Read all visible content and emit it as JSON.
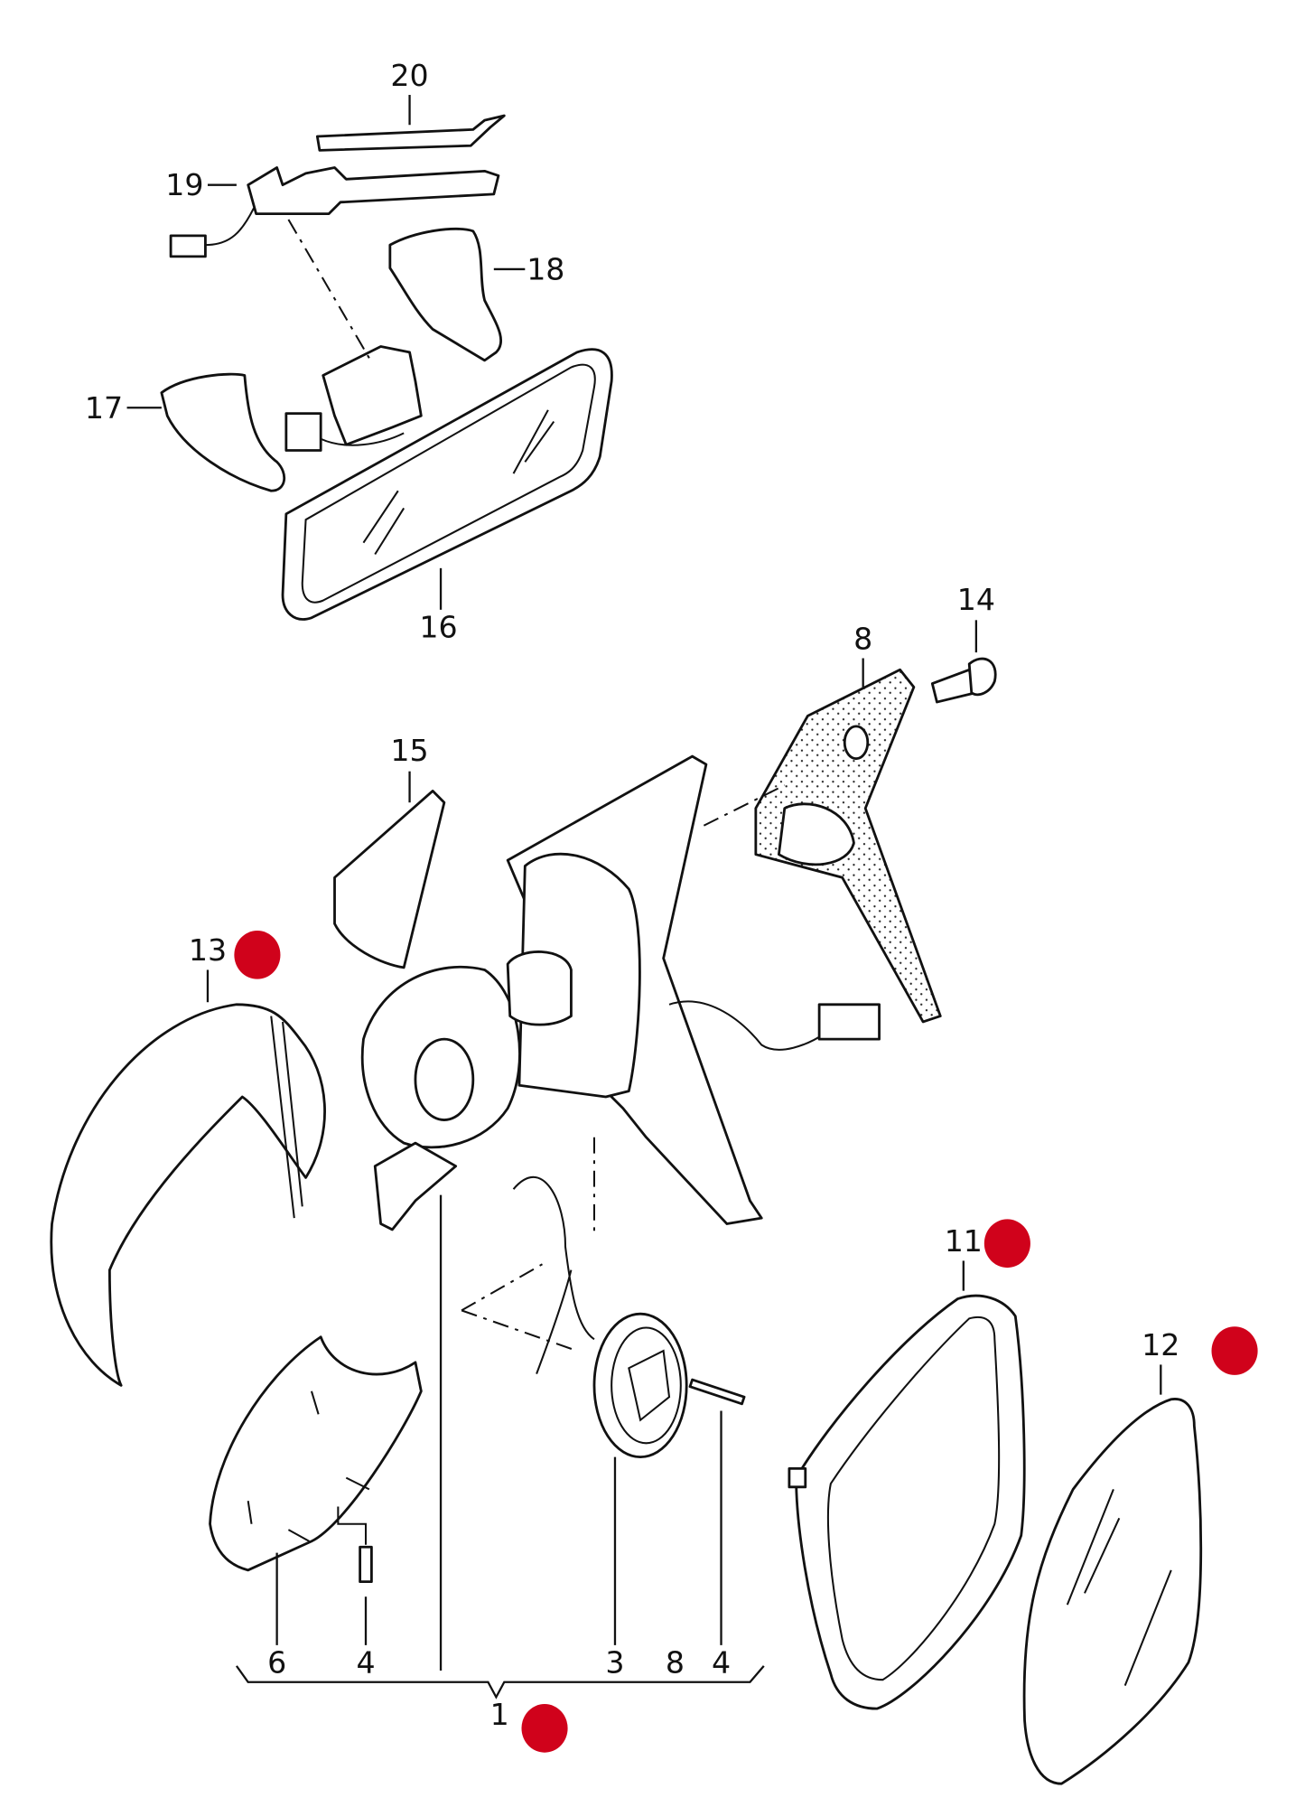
{
  "diagram": {
    "type": "exploded parts diagram",
    "labels": {
      "p20": "20",
      "p19": "19",
      "p18": "18",
      "p17": "17",
      "p16": "16",
      "p14": "14",
      "p8_top": "8",
      "p15": "15",
      "p13": "13",
      "p11": "11",
      "p12": "12",
      "p6": "6",
      "p4_left": "4",
      "p3": "3",
      "p8_bottom": "8",
      "p4_right": "4",
      "p1": "1"
    },
    "highlight_color": "#d0021b",
    "highlighted_parts": [
      "13",
      "11",
      "12",
      "1"
    ]
  }
}
